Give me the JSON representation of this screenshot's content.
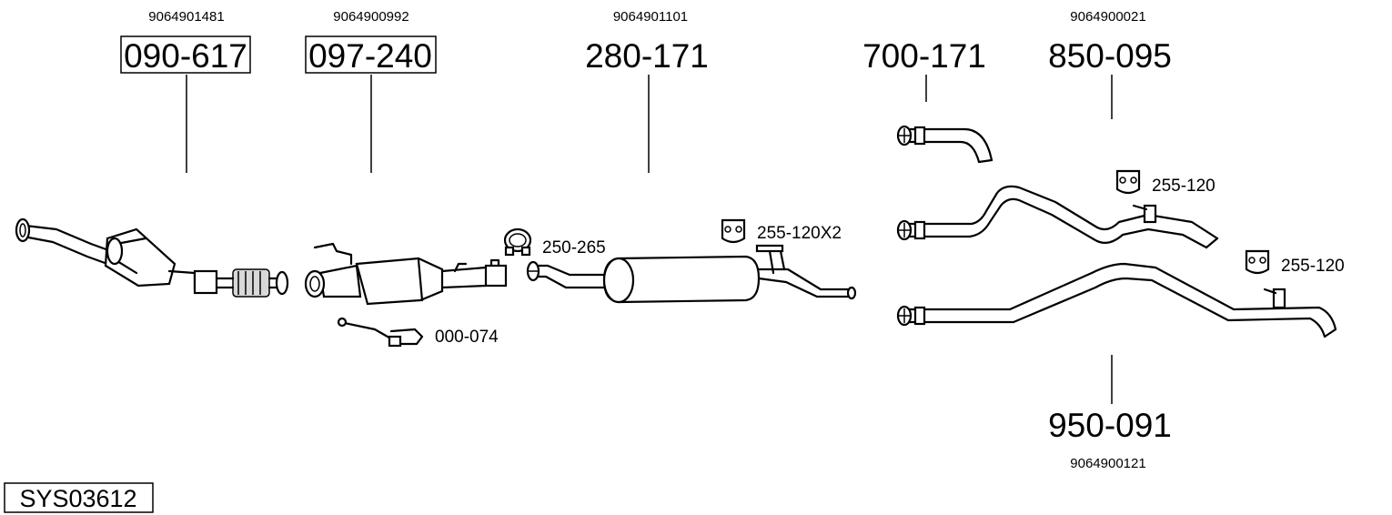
{
  "system_code": "SYS03612",
  "parts": [
    {
      "part_number": "090-617",
      "oe_number": "9064901481",
      "boxed": true
    },
    {
      "part_number": "097-240",
      "oe_number": "9064900992",
      "boxed": true
    },
    {
      "part_number": "280-171",
      "oe_number": "9064901101",
      "boxed": false
    },
    {
      "part_number": "700-171",
      "oe_number": "",
      "boxed": false
    },
    {
      "part_number": "850-095",
      "oe_number": "9064900021",
      "boxed": false
    },
    {
      "part_number": "950-091",
      "oe_number": "9064900121",
      "boxed": false
    }
  ],
  "accessories": [
    {
      "label": "000-074",
      "icon": "sensor-icon"
    },
    {
      "label": "250-265",
      "icon": "clamp-icon"
    },
    {
      "label": "255-120X2",
      "icon": "rubber-mount-icon"
    },
    {
      "label": "255-120",
      "icon": "rubber-mount-icon"
    },
    {
      "label": "255-120",
      "icon": "rubber-mount-icon"
    }
  ]
}
